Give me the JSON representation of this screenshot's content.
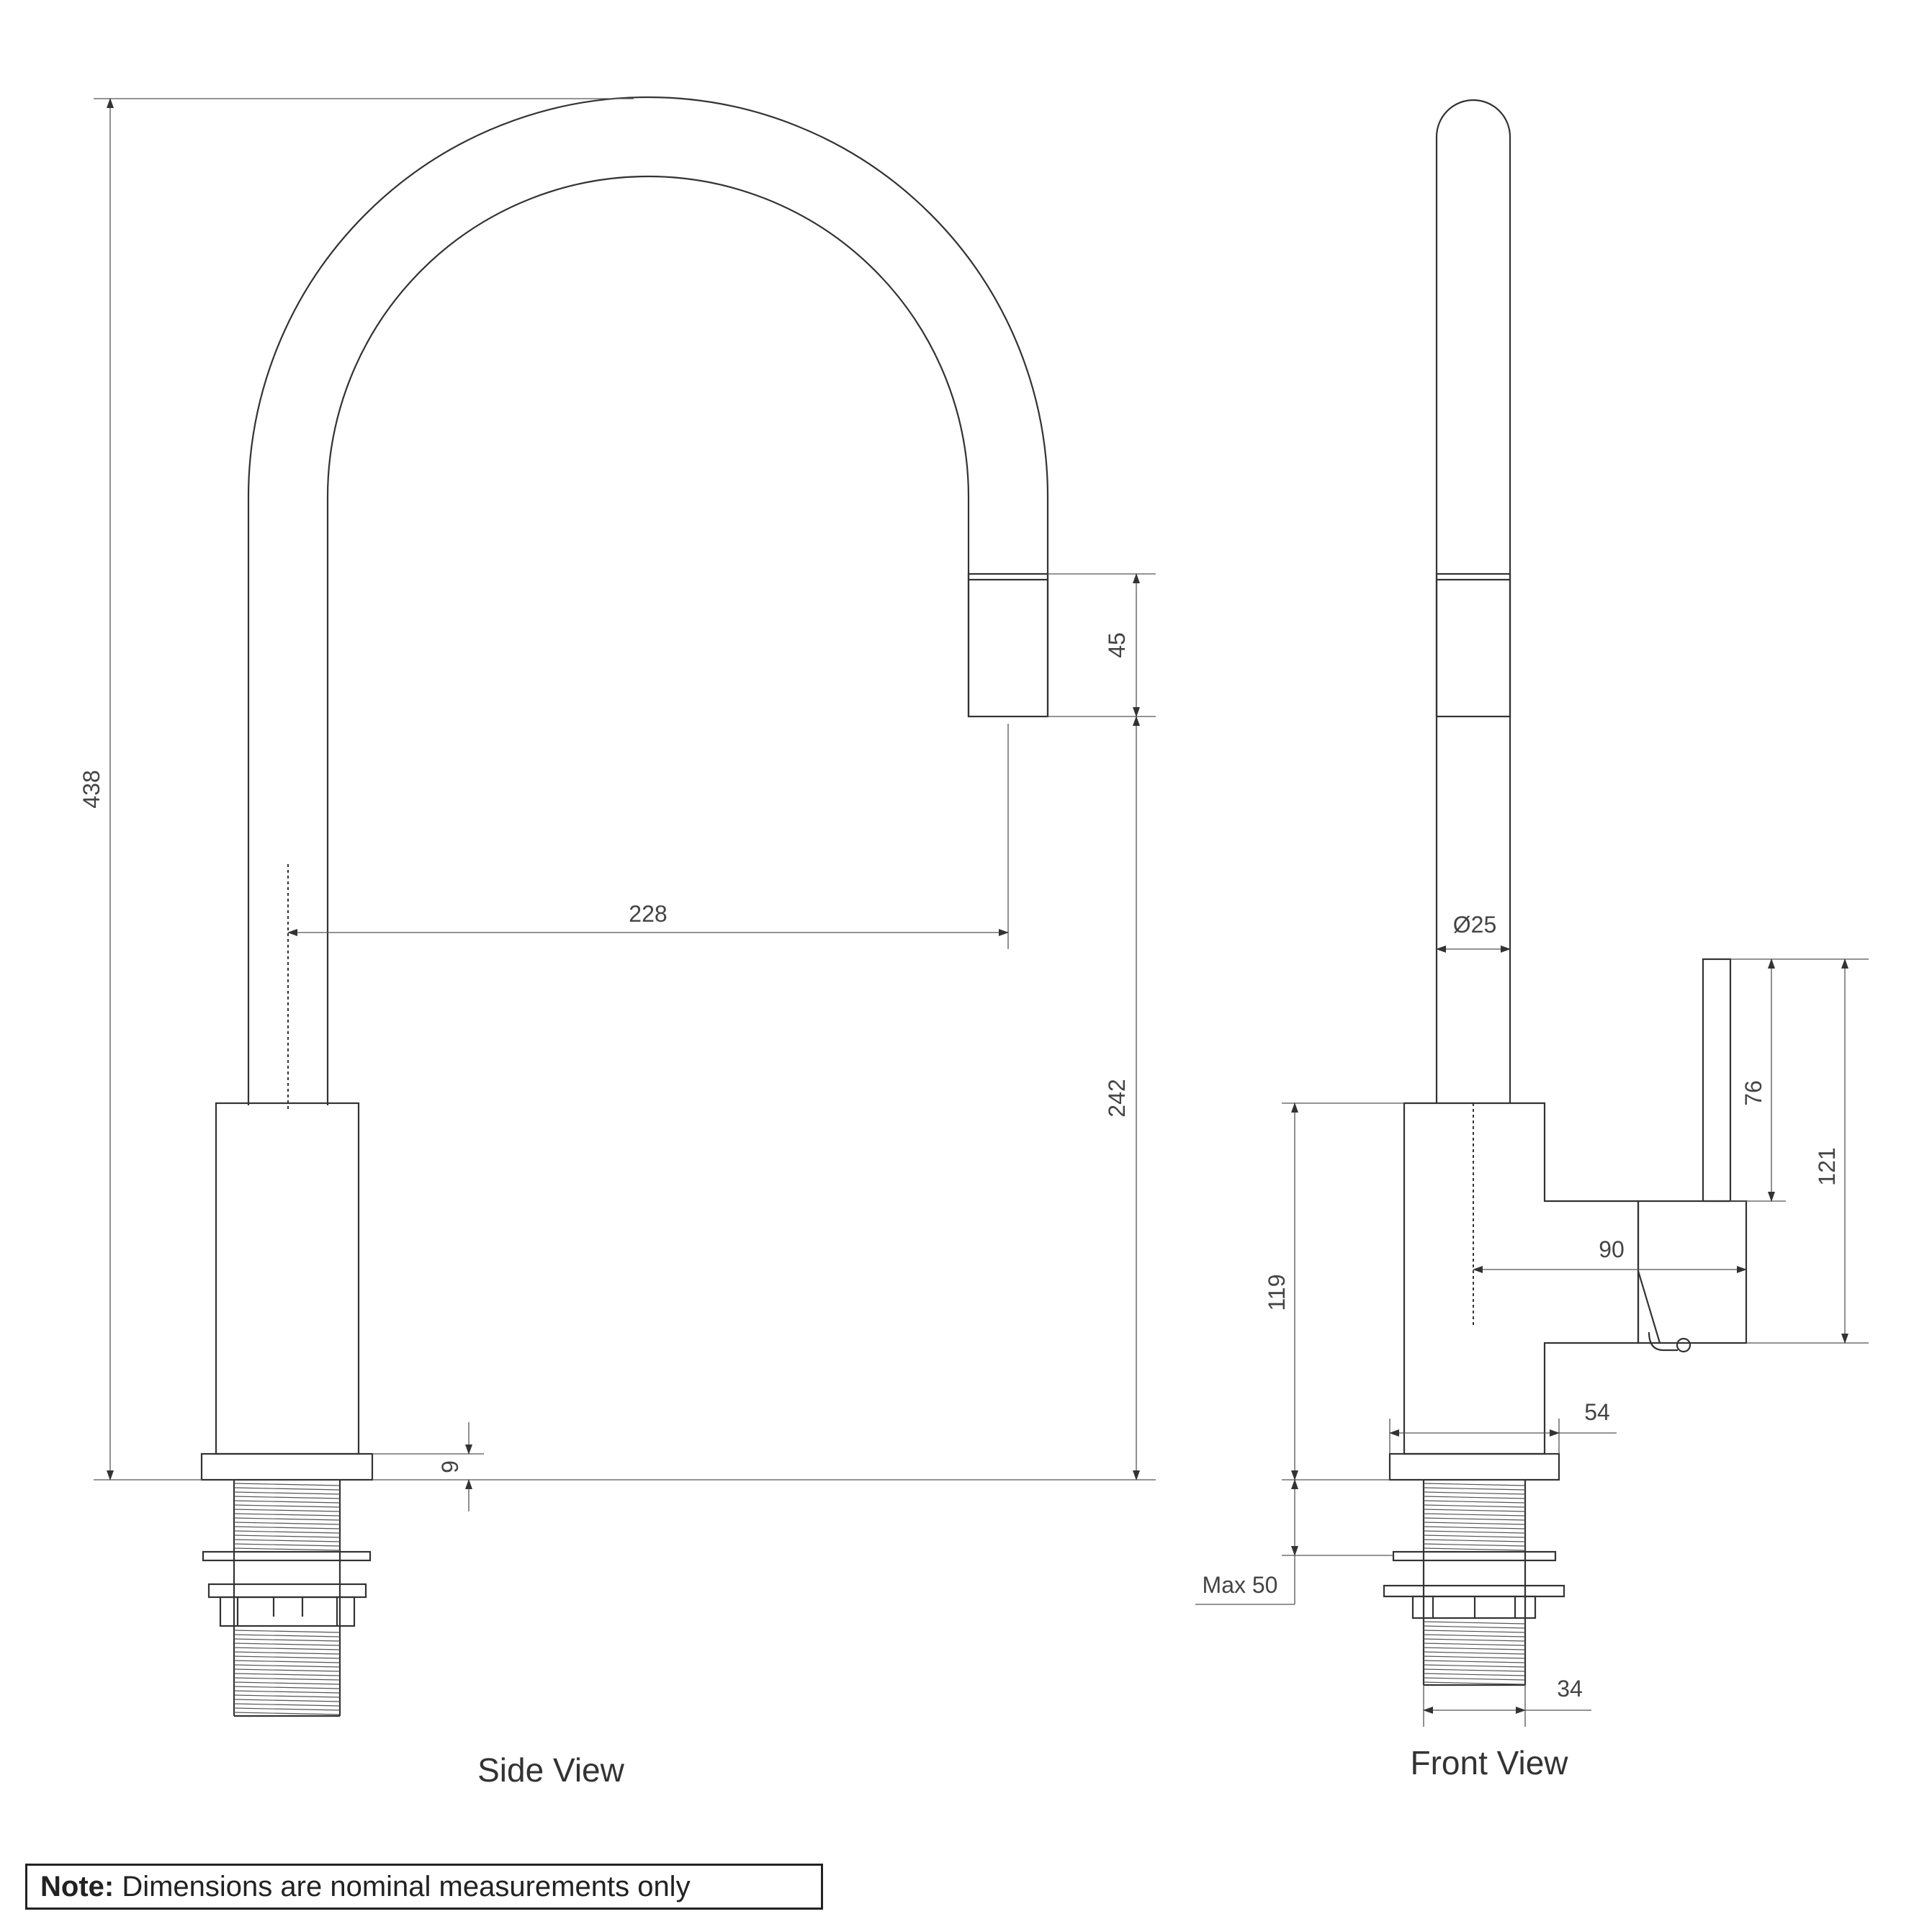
{
  "side_view": {
    "label": "Side View",
    "dims": {
      "height_total": "438",
      "spout_tip": "45",
      "spout_height": "242",
      "reach": "228",
      "flange": "9"
    }
  },
  "front_view": {
    "label": "Front View",
    "dims": {
      "diameter": "Ø25",
      "lever": "76",
      "lever_total": "121",
      "handle_reach": "90",
      "body_height": "119",
      "base_width": "54",
      "bench_thickness": "Max 50",
      "shank": "34"
    }
  },
  "note": {
    "prefix": "Note:",
    "text": " Dimensions are nominal measurements only"
  }
}
